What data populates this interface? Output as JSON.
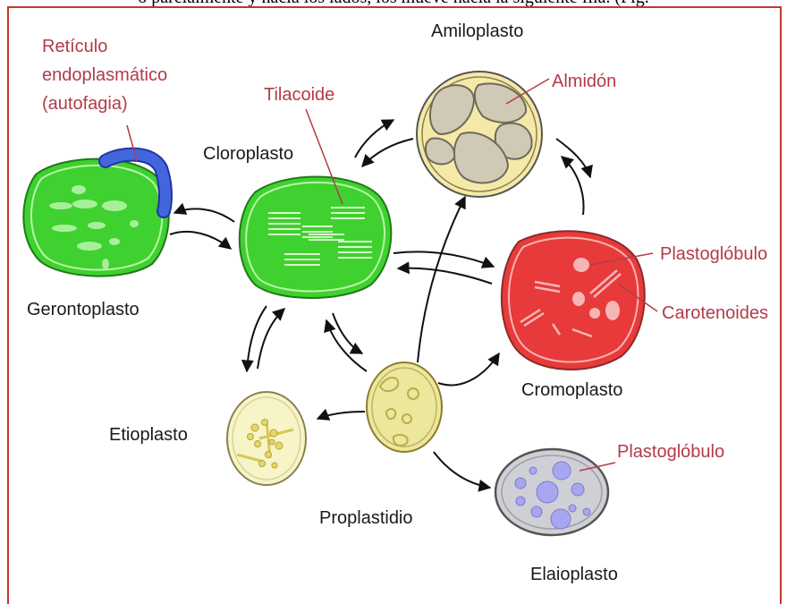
{
  "caption_fragment": "o parcialmente y hacia los lados, los mueve hacia la siguiente fila. (Fig.",
  "colors": {
    "frame": "#c0392b",
    "label_black": "#1a1a1a",
    "label_red": "#b23b4a",
    "chloroplast_green": "#3fd12f",
    "chromoplast_red": "#e83a3a",
    "amyloplast_yellow": "#f5e9a8",
    "proplastid_yellow": "#ece79a",
    "etioplast_cream": "#f7f4c8",
    "elaioplast_grey": "#cfcfd6",
    "er_blue": "#4466dd"
  },
  "organelles": {
    "amiloplasto": "Amiloplasto",
    "cloroplasto": "Cloroplasto",
    "gerontoplasto": "Gerontoplasto",
    "cromoplasto": "Cromoplasto",
    "etioplasto": "Etioplasto",
    "proplastidio": "Proplastidio",
    "elaioplasto": "Elaioplasto"
  },
  "structures": {
    "reticulo": [
      "Retículo",
      "endoplasmático",
      "(autofagia)"
    ],
    "tilacoide": "Tilacoide",
    "almidon": "Almidón",
    "plastoglobulo_cromoplasto": "Plastoglóbulo",
    "carotenoides": "Carotenoides",
    "plastoglobulo_elaioplasto": "Plastoglóbulo"
  }
}
